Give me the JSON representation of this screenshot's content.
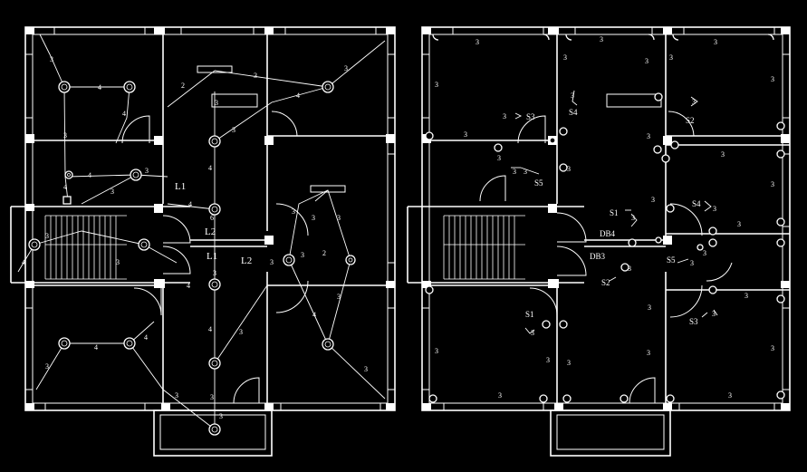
{
  "colors": {
    "background": "#000000",
    "lines": "#ffffff"
  },
  "labels": {
    "L1_a": "L1",
    "L2_a": "L2",
    "L1_b": "L1",
    "L2_b": "L2",
    "S1_a": "S1",
    "S1_b": "S1",
    "S2_a": "S2",
    "S2_b": "S2",
    "S3_a": "S3",
    "S3_b": "S3",
    "S4_a": "S4",
    "S4_b": "S4",
    "S5_a": "S5",
    "S5_b": "S5",
    "DB4": "DB4",
    "DB3": "DB3"
  },
  "wire_counts": {
    "c3": "3",
    "c4": "4",
    "c6": "6",
    "c2": "2"
  },
  "icons": [
    "light-fixture-icon",
    "switch-icon",
    "socket-icon",
    "fan-icon"
  ]
}
